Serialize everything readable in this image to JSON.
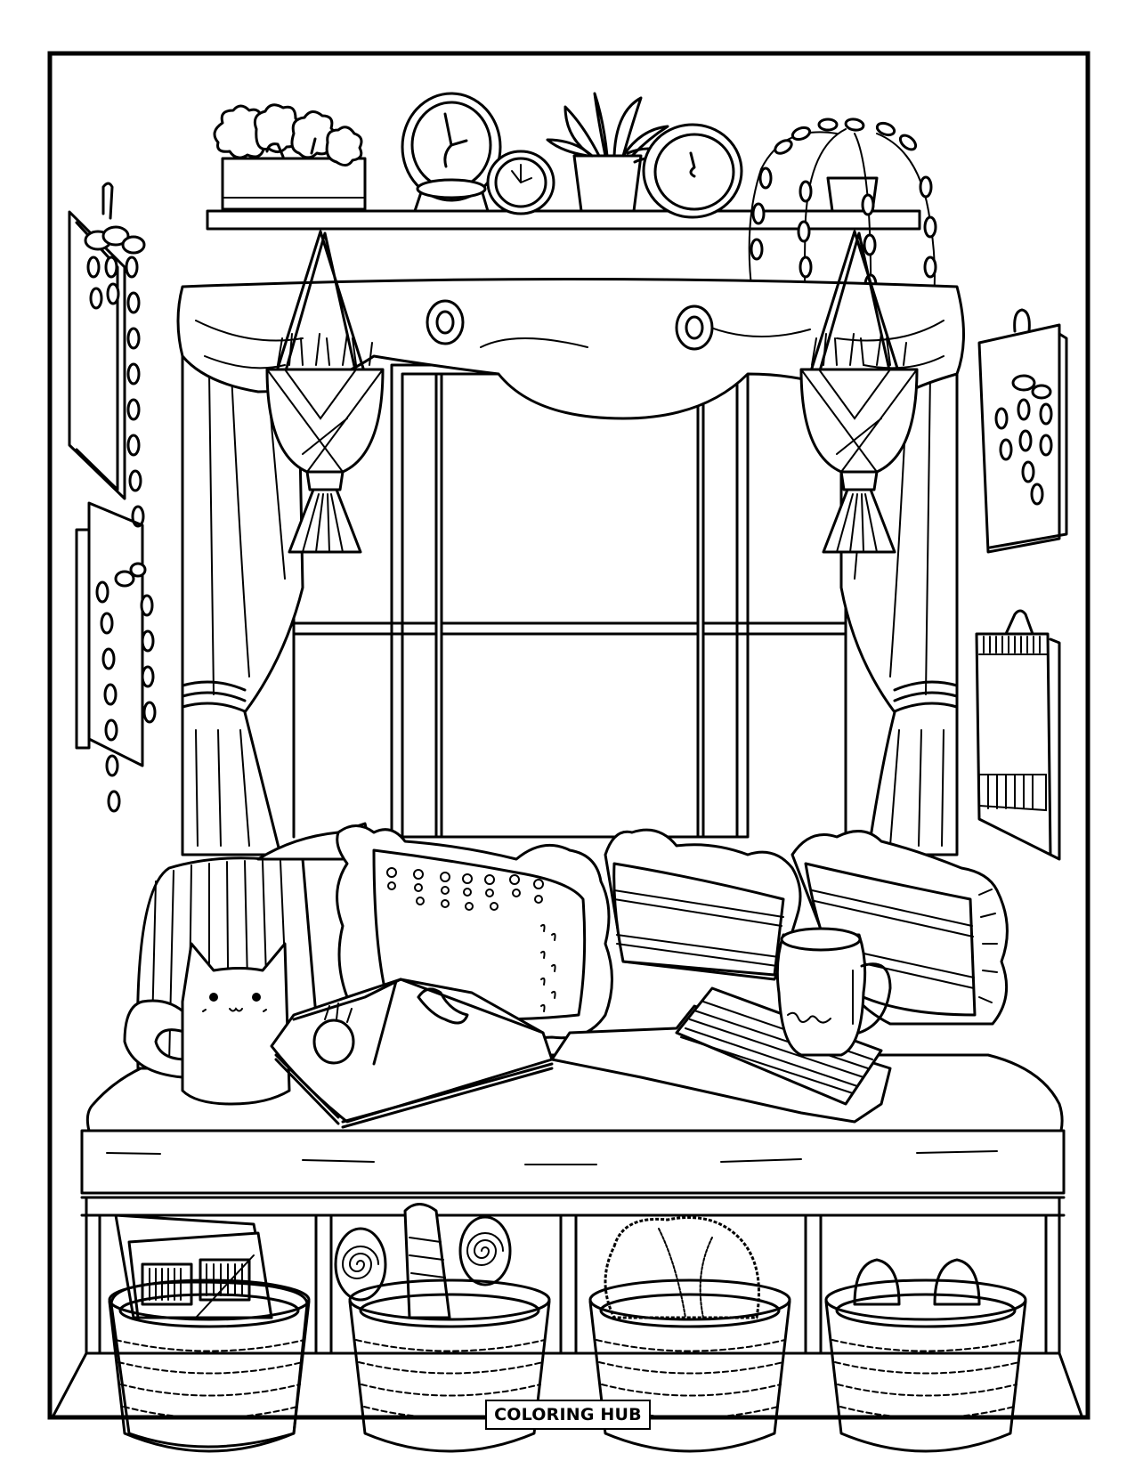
{
  "page": {
    "type": "coloring-page",
    "theme": "cozy window seat nook",
    "background": "#ffffff",
    "line_color": "#000000"
  },
  "logo": {
    "text": "COLORING HUB"
  },
  "scene": {
    "shelf_items": [
      "potted-flowers",
      "mantel-clock",
      "small-clock",
      "potted-plant",
      "round-clock",
      "trailing-plant"
    ],
    "wall_items": [
      "hanging-plant-frame-left",
      "plant-frame-left-lower",
      "plant-frame-right-upper",
      "calendar-right"
    ],
    "window": [
      "valance",
      "left-curtain",
      "right-curtain",
      "macrame-hanger-left",
      "macrame-hanger-right",
      "window-panes"
    ],
    "seat": [
      "striped-bolster",
      "ruffled-pillow-dotted",
      "striped-pillow-1",
      "striped-pillow-2",
      "cat-mug",
      "open-book",
      "notebook",
      "coffee-mug"
    ],
    "baskets": [
      "basket-magazines",
      "basket-rolled-towels",
      "basket-fluffy-blanket",
      "basket-slippers"
    ]
  }
}
